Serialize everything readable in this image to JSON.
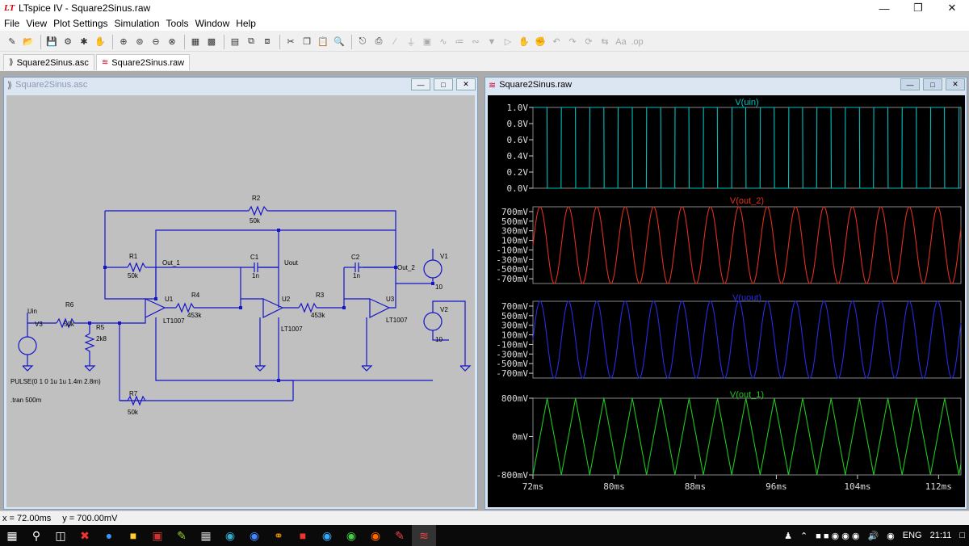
{
  "window": {
    "title": "LTspice IV - Square2Sinus.raw",
    "app_icon": "ltspice-logo-icon"
  },
  "menu": [
    "File",
    "View",
    "Plot Settings",
    "Simulation",
    "Tools",
    "Window",
    "Help"
  ],
  "tabs": [
    {
      "label": "Square2Sinus.asc",
      "icon": "schematic-icon"
    },
    {
      "label": "Square2Sinus.raw",
      "icon": "waveform-icon"
    }
  ],
  "schematic": {
    "title": "Square2Sinus.asc",
    "components": {
      "R2": {
        "name": "R2",
        "value": "50k"
      },
      "R1": {
        "name": "R1",
        "value": "50k"
      },
      "C1": {
        "name": "C1",
        "value": "1n"
      },
      "C2": {
        "name": "C2",
        "value": "1n"
      },
      "R4": {
        "name": "R4",
        "value": "453k"
      },
      "R3": {
        "name": "R3",
        "value": "453k"
      },
      "R6": {
        "name": "R6",
        "value": "50k"
      },
      "R5": {
        "name": "R5",
        "value": "2k8"
      },
      "R7": {
        "name": "R7",
        "value": "50k"
      },
      "U1": {
        "name": "U1",
        "value": "LT1007"
      },
      "U2": {
        "name": "U2",
        "value": "LT1007"
      },
      "U3": {
        "name": "U3",
        "value": "LT1007"
      },
      "V1": {
        "name": "V1",
        "value": "10"
      },
      "V2": {
        "name": "V2",
        "value": "10"
      },
      "V3": {
        "name": "V3"
      }
    },
    "nets": {
      "out1": "Out_1",
      "uout": "Uout",
      "out2": "Out_2",
      "uin": "Uin"
    },
    "directives": {
      "pulse": "PULSE(0 1 0 1u 1u 1.4m 2.8m)",
      "tran": ".tran 500m"
    }
  },
  "plot": {
    "title": "Square2Sinus.raw",
    "panes": [
      {
        "name": "V(uin)",
        "color": "#00c0c0",
        "ticks": [
          "1.0V",
          "0.8V",
          "0.6V",
          "0.4V",
          "0.2V",
          "0.0V"
        ]
      },
      {
        "name": "V(out_2)",
        "color": "#e0301e",
        "ticks": [
          "700mV",
          "500mV",
          "300mV",
          "100mV",
          "-100mV",
          "-300mV",
          "-500mV",
          "-700mV"
        ]
      },
      {
        "name": "V(uout)",
        "color": "#2a2ae6",
        "ticks": [
          "700mV",
          "500mV",
          "300mV",
          "100mV",
          "-100mV",
          "-300mV",
          "-500mV",
          "-700mV"
        ]
      },
      {
        "name": "V(out_1)",
        "color": "#1ec81e",
        "ticks": [
          "800mV",
          "0mV",
          "-800mV"
        ]
      }
    ],
    "x_ticks": [
      "72ms",
      "80ms",
      "88ms",
      "96ms",
      "104ms",
      "112ms"
    ]
  },
  "chart_data": {
    "type": "line",
    "x_range_ms": [
      72,
      114.2
    ],
    "series": [
      {
        "name": "V(uin)",
        "kind": "square",
        "period_ms": 2.8,
        "low": 0,
        "high": 1.0
      },
      {
        "name": "V(out_2)",
        "kind": "sine",
        "period_ms": 2.8,
        "amplitude": 0.8
      },
      {
        "name": "V(uout)",
        "kind": "sine",
        "period_ms": 2.8,
        "amplitude": 0.8
      },
      {
        "name": "V(out_1)",
        "kind": "triangle",
        "period_ms": 2.8,
        "amplitude": 0.8
      }
    ]
  },
  "status": {
    "x": "x = 72.00ms",
    "y": "y = 700.00mV"
  },
  "tray": {
    "lang": "ENG",
    "time": "21:11"
  }
}
